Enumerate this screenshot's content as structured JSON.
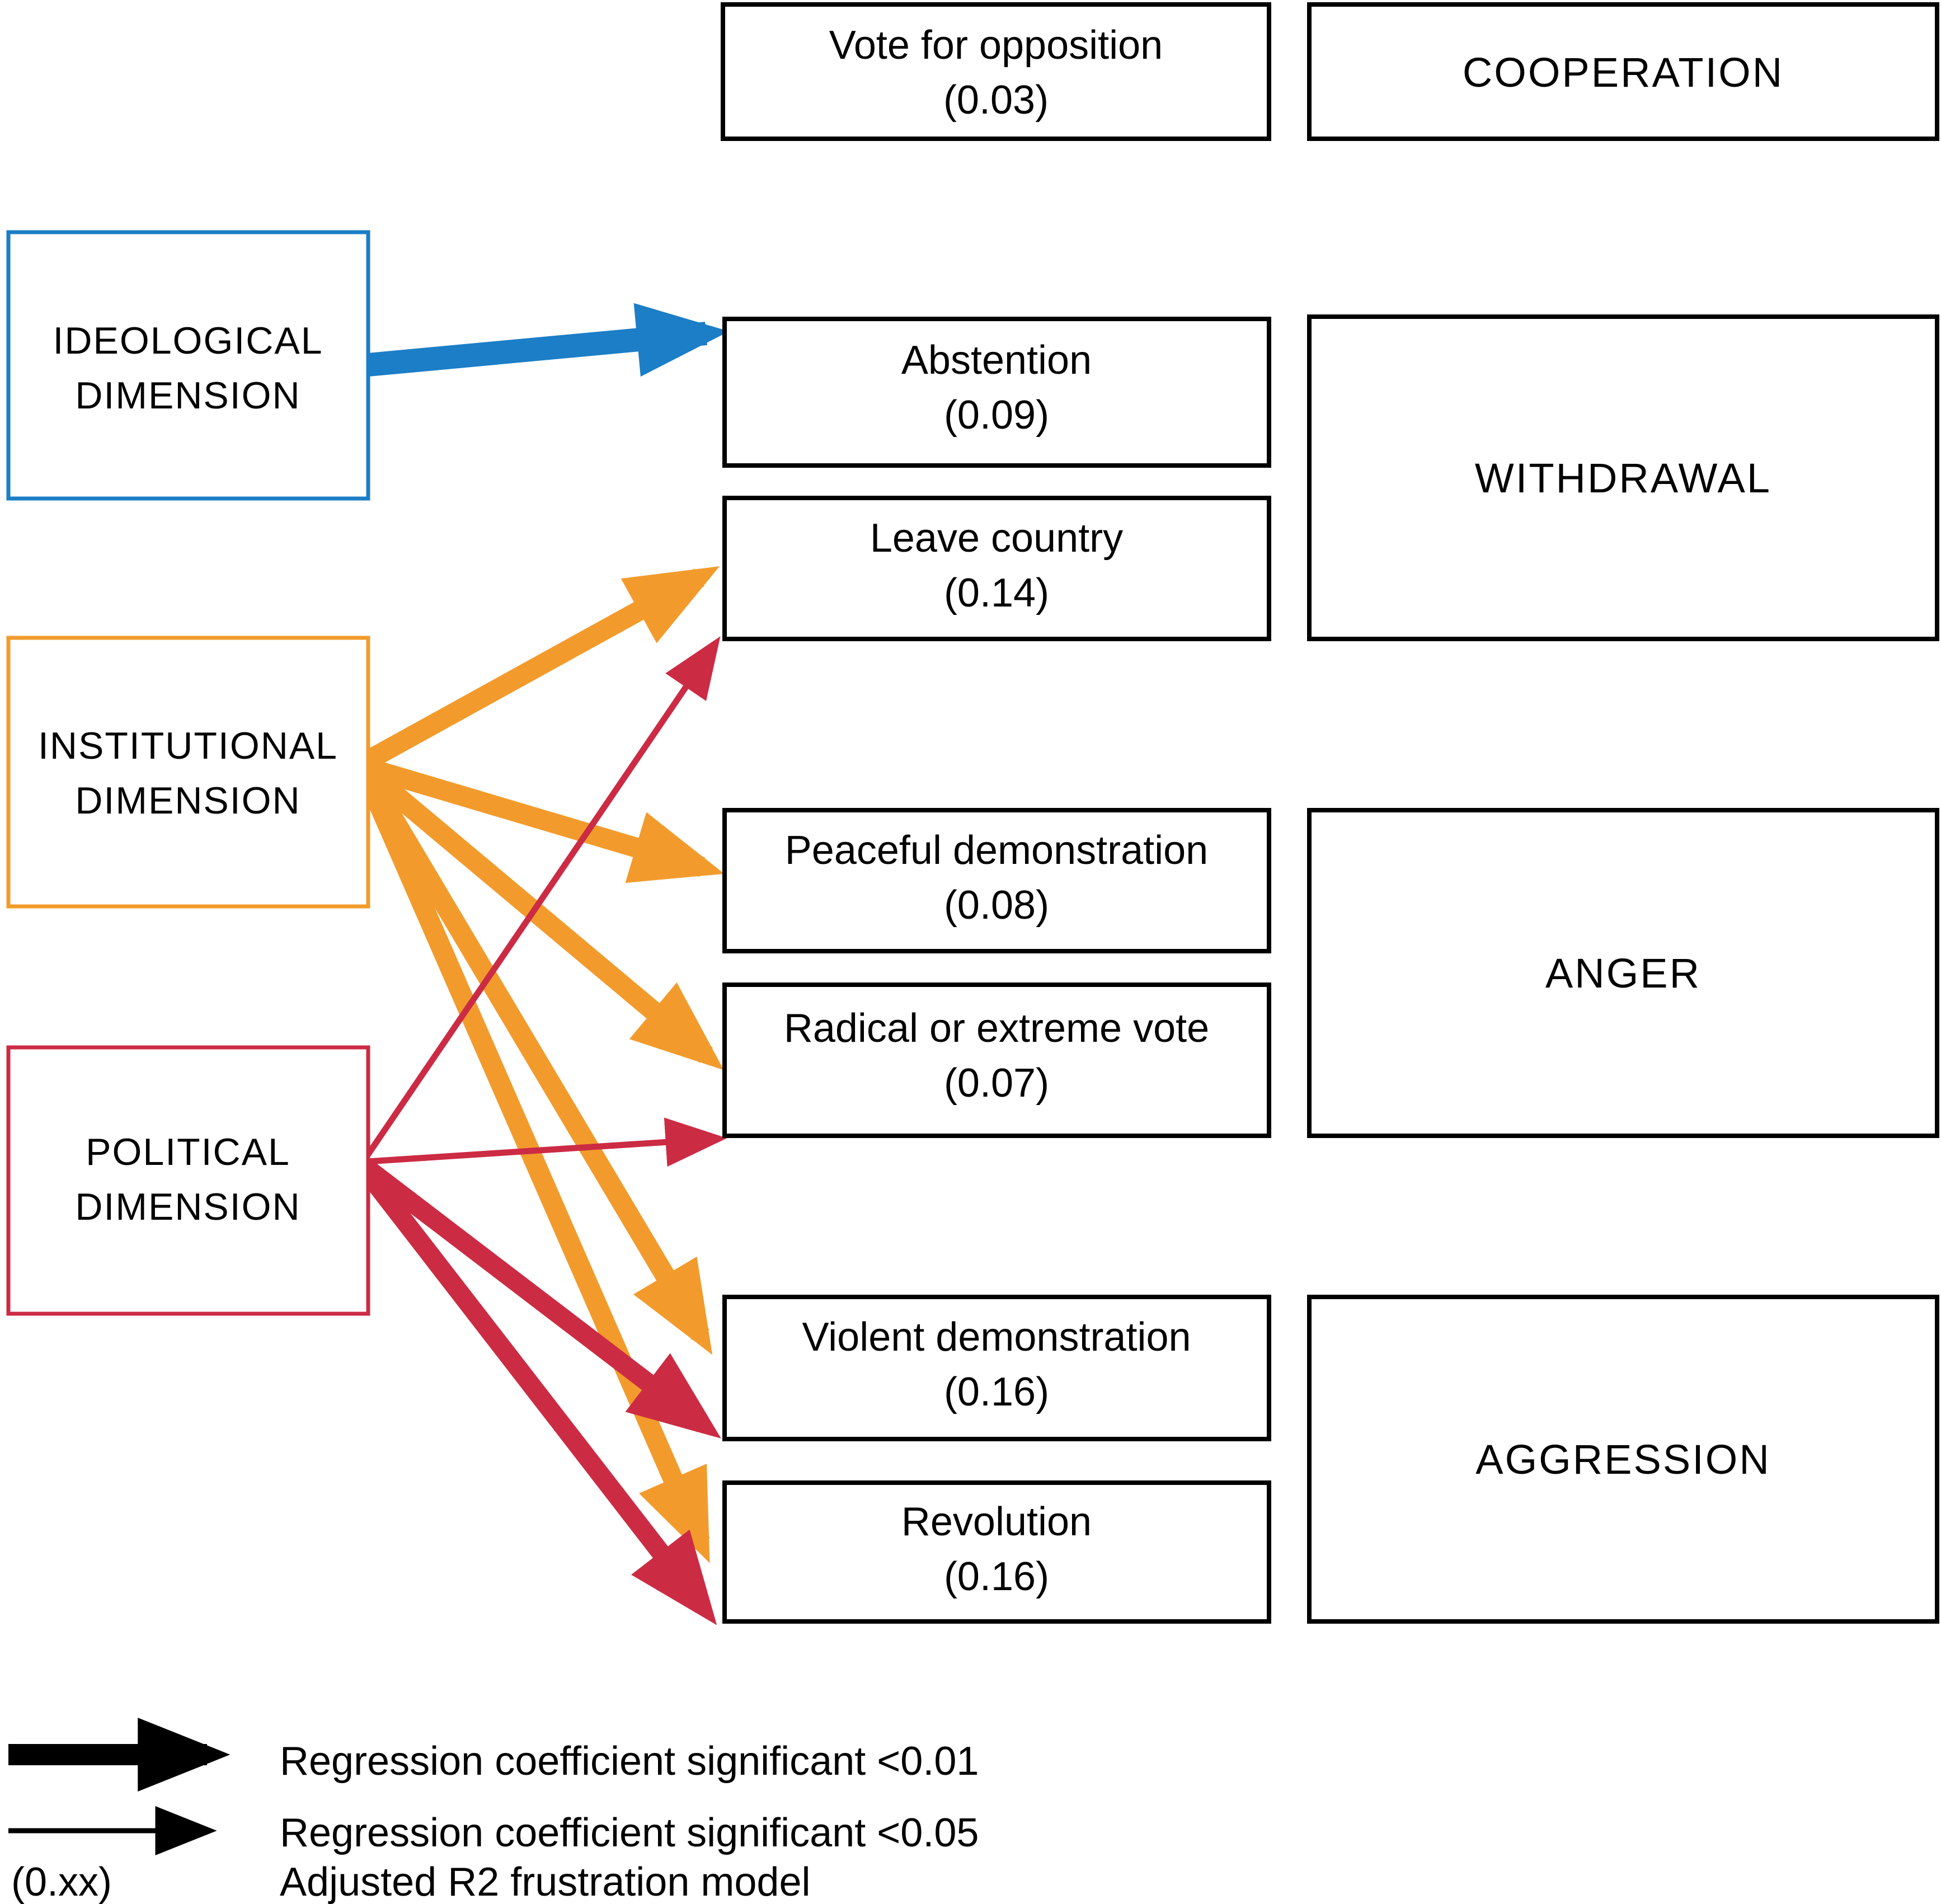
{
  "diagram": {
    "title_hint": "Frustration model path diagram",
    "colors": {
      "blue": "#1b7ec6",
      "orange": "#f29b2c",
      "red": "#cc2b44",
      "black": "#000000"
    },
    "dimensions": {
      "ideological": {
        "line1": "IDEOLOGICAL",
        "line2": "DIMENSION",
        "color": "#1b7ec6"
      },
      "institutional": {
        "line1": "INSTITUTIONAL",
        "line2": "DIMENSION",
        "color": "#f29b2c"
      },
      "political": {
        "line1": "POLITICAL",
        "line2": "DIMENSION",
        "color": "#cc2b44"
      }
    },
    "outcomes": {
      "vote_opposition": {
        "line1": "Vote for opposition",
        "line2": "(0.03)",
        "r2": 0.03
      },
      "abstention": {
        "line1": "Abstention",
        "line2": "(0.09)",
        "r2": 0.09
      },
      "leave_country": {
        "line1": "Leave country",
        "line2": "(0.14)",
        "r2": 0.14
      },
      "peaceful_demo": {
        "line1": "Peaceful demonstration",
        "line2": "(0.08)",
        "r2": 0.08
      },
      "radical_vote": {
        "line1": "Radical or extreme vote",
        "line2": "(0.07)",
        "r2": 0.07
      },
      "violent_demo": {
        "line1": "Violent demonstration",
        "line2": "(0.16)",
        "r2": 0.16
      },
      "revolution": {
        "line1": "Revolution",
        "line2": "(0.16)",
        "r2": 0.16
      }
    },
    "categories": {
      "cooperation": {
        "label": "COOPERATION"
      },
      "withdrawal": {
        "label": "WITHDRAWAL"
      },
      "anger": {
        "label": "ANGER"
      },
      "aggression": {
        "label": "AGGRESSION"
      }
    },
    "edges": [
      {
        "from": "ideological",
        "to": "abstention",
        "significance": "<0.01",
        "weight": "thick",
        "color": "#1b7ec6"
      },
      {
        "from": "institutional",
        "to": "leave_country",
        "significance": "<0.01",
        "weight": "thick",
        "color": "#f29b2c"
      },
      {
        "from": "institutional",
        "to": "peaceful_demo",
        "significance": "<0.01",
        "weight": "thick",
        "color": "#f29b2c"
      },
      {
        "from": "institutional",
        "to": "radical_vote",
        "significance": "<0.01",
        "weight": "thick",
        "color": "#f29b2c"
      },
      {
        "from": "institutional",
        "to": "violent_demo",
        "significance": "<0.01",
        "weight": "thick",
        "color": "#f29b2c"
      },
      {
        "from": "institutional",
        "to": "revolution",
        "significance": "<0.01",
        "weight": "thick",
        "color": "#f29b2c"
      },
      {
        "from": "political",
        "to": "leave_country",
        "significance": "<0.05",
        "weight": "thin",
        "color": "#cc2b44"
      },
      {
        "from": "political",
        "to": "radical_vote",
        "significance": "<0.05",
        "weight": "thin",
        "color": "#cc2b44"
      },
      {
        "from": "political",
        "to": "violent_demo",
        "significance": "<0.01",
        "weight": "thick",
        "color": "#cc2b44"
      },
      {
        "from": "political",
        "to": "revolution",
        "significance": "<0.01",
        "weight": "thick",
        "color": "#cc2b44"
      }
    ],
    "legend": {
      "thick_label": "Regression coefficient significant <0.01",
      "thin_label": "Regression coefficient significant <0.05",
      "r2_symbol": "(0.xx)",
      "r2_label": "Adjusted R2 frustration model"
    }
  }
}
